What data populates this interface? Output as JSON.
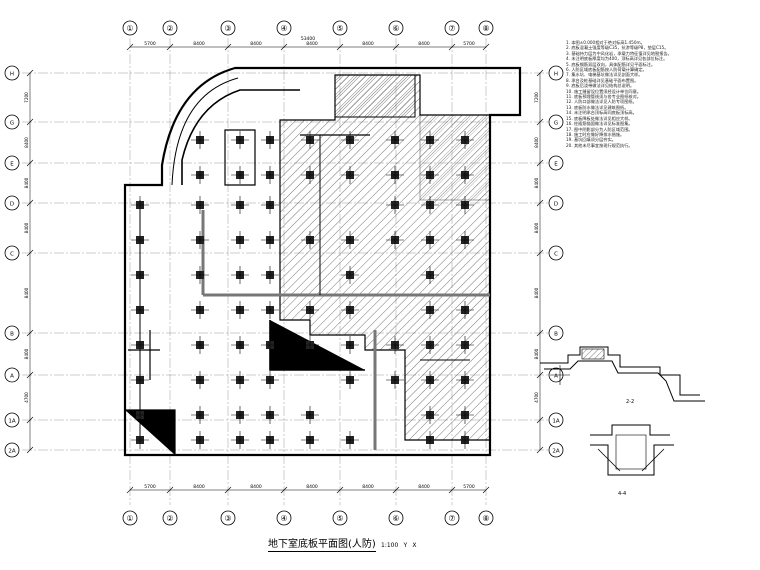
{
  "drawing": {
    "title": "地下室底板平面图(人防)",
    "scale": "1:100",
    "axis_symbol": {
      "y": "Y",
      "x": "X"
    }
  },
  "grid": {
    "columns": [
      "①",
      "②",
      "③",
      "④",
      "⑤",
      "⑥",
      "⑦",
      "⑧"
    ],
    "rows": [
      "H",
      "G",
      "E",
      "D",
      "C",
      "B",
      "A",
      "1A",
      "2A"
    ],
    "row_labels_display": [
      "(H)",
      "(G)",
      "(E)",
      "(D)",
      "(C)",
      "(B)",
      "(A)",
      "(1A)",
      "(2A)"
    ],
    "top_dims": [
      "5700",
      "8400",
      "8400",
      "8400",
      "8400",
      "8400",
      "5700"
    ],
    "bottom_dims": [
      "5700",
      "8400",
      "8400",
      "8400",
      "8400",
      "8400",
      "5700"
    ],
    "overall_width": "53400",
    "side_dims": [
      "7200",
      "8400",
      "8400",
      "8400",
      "8400",
      "8400",
      "4700"
    ]
  },
  "sections": [
    {
      "label": "2-2"
    },
    {
      "label": "4-4"
    }
  ],
  "notes": [
    "1. 本图±0.000相对于绝对标高1.450m。",
    "2. 底板混凝土强度等级C35，抗渗等级P8，垫层C15。",
    "3. 基础持力层为中风化岩，承载力特征值详见地勘报告。",
    "4. 未注明底板厚度均为400，顶标高详见各部位标注。",
    "5. 底板钢筋双层双向，具体配筋详见平面标注。",
    "6. 人防区域底板配筋按人防荷载计算确定。",
    "7. 集水坑、电梯基坑做法详见剖面大样。",
    "8. 承台及桩基础详见基础平面布置图。",
    "9. 底板后浇带做法详见结构总说明。",
    "10. 施工缝留设位置须经设计单位同意。",
    "11. 底板预埋管线须与各专业图纸核对。",
    "12. 人防口部做法详见人防专项图纸。",
    "13. 底板防水做法详见建筑图纸。",
    "14. 未注明承台顶标高同底板顶标高。",
    "15. 底板降板处做法详见相应大样。",
    "16. 柱插筋锚固做法详见标准图集。",
    "17. 图中阴影部分为人防区域范围。",
    "18. 施工时应做好降排水措施。",
    "19. 基坑回填须分层夯实。",
    "20. 其他未尽事宜按现行规范执行。"
  ]
}
